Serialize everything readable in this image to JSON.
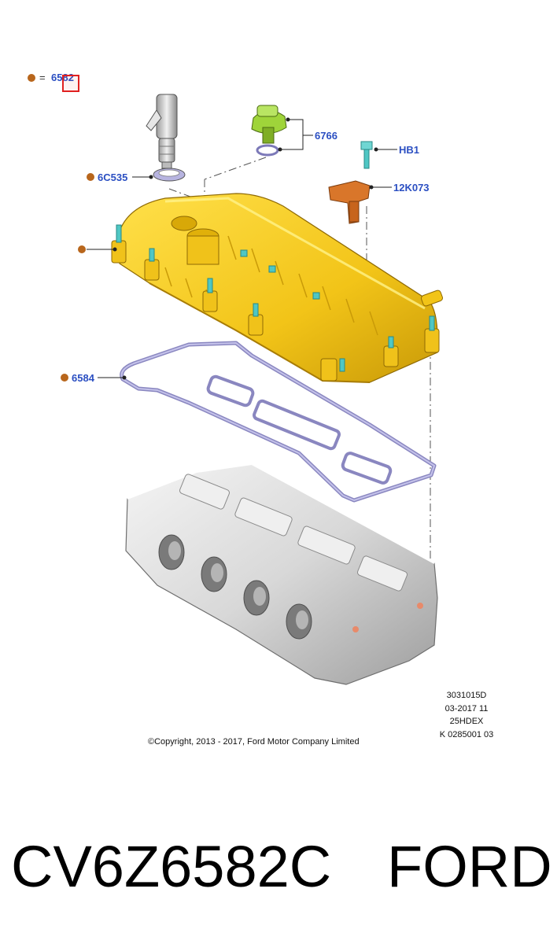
{
  "legend": {
    "equals": "=",
    "part": "6582"
  },
  "callouts": {
    "solenoid_seal": "6C535",
    "oil_cap": "6766",
    "bolt": "HB1",
    "sensor": "12K073",
    "gasket": "6584"
  },
  "meta": {
    "line1": "3031015D",
    "line2": "03-2017 11",
    "line3": "25HDEX",
    "line4": "K 0285001 03"
  },
  "copyright": "©Copyright, 2013 - 2017, Ford Motor Company Limited",
  "caption": {
    "part_number": "CV6Z6582C",
    "brand": "FORD"
  },
  "colors": {
    "cover": "#f2c418",
    "oil_cap": "#9fd43a",
    "sensor": "#d9762a",
    "bolt": "#4fc7c4",
    "gasket": "#9a97cc",
    "head": "#d9d9d9",
    "callout_text": "#2b4fc2",
    "marker": "#b8661c"
  }
}
